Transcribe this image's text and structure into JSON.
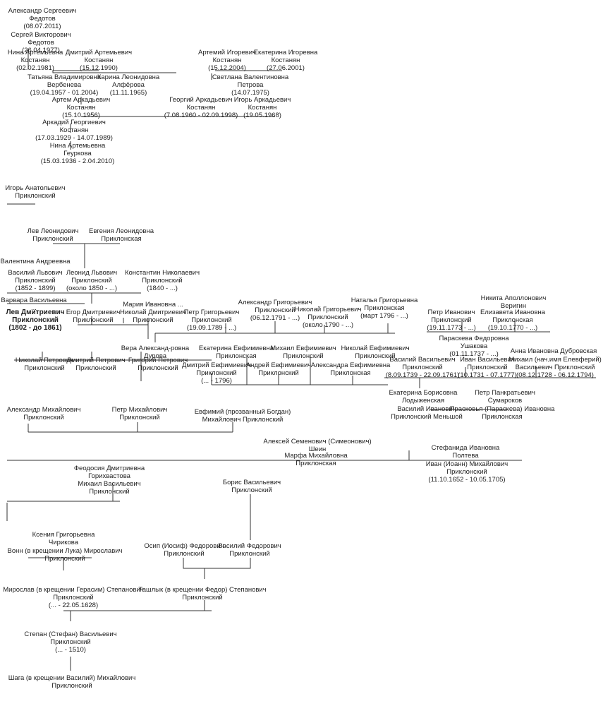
{
  "persons": [
    {
      "id": "p001",
      "text": "Александр Сергеевич\nФедотов\n(08.07.2011)"
    },
    {
      "id": "p002",
      "text": "Сергей Викторович\nФедотов\n(26.04.1977)"
    },
    {
      "id": "p003",
      "text": "Нина Артемьевна\nКостанян\n(02.02.1981)"
    },
    {
      "id": "p004",
      "text": "Дмитрий Артемьевич\nКостанян\n(15.12.1990)"
    },
    {
      "id": "p005",
      "text": "Артемий Игоревич\nКостанян\n(15.12.2004)"
    },
    {
      "id": "p006",
      "text": "Екатерина Игоревна\nКостанян\n(27.06.2001)"
    },
    {
      "id": "p007",
      "text": "Татьяна Владимировна\nВербенева\n(19.04.1957 - 01.2004)"
    },
    {
      "id": "p008",
      "text": "Карина Леонидовна\nАлфёрова\n(11.11.1965)"
    },
    {
      "id": "p009",
      "text": "Светлана Валентиновна\nПетрова\n(14.07.1975)"
    },
    {
      "id": "p010",
      "text": "Артем Аркадьевич\nКостанян\n(15.10.1956)"
    },
    {
      "id": "p011",
      "text": "Георгий Аркадьевич\nКостанян\n(7.08.1960 - 02.09.1998)"
    },
    {
      "id": "p012",
      "text": "Игорь Аркадьевич\nКостанян\n(19.05.1968)"
    },
    {
      "id": "p013",
      "text": "Аркадий Георгиевич\nКостанян\n(17.03.1929 - 14.07.1989)"
    },
    {
      "id": "p014",
      "text": "Нина Артемьевна\nГеуркова\n(15.03.1936 - 2.04.2010)"
    },
    {
      "id": "p015",
      "text": "Игорь Анатольевич\nПриклонский"
    },
    {
      "id": "p016",
      "text": "Лев Леонидович\nПриклонский"
    },
    {
      "id": "p017",
      "text": "Евгения Леонидовна\nПриклонская"
    },
    {
      "id": "p018",
      "text": "Валентина Андреевна"
    },
    {
      "id": "p019",
      "text": "Василий Львович\nПриклонский\n(1852 - 1899)"
    },
    {
      "id": "p020",
      "text": "Леонид Львович\nПриклонский\n(около 1850 - ...)"
    },
    {
      "id": "p021",
      "text": "Константин Николаевич\nПриклонский\n(1840 - ...)"
    },
    {
      "id": "p022",
      "text": "Варвара Васильевна\n..."
    },
    {
      "id": "p023",
      "text": "Лев Дмитриевич\nПриклонский\n(1802 - до 1861)",
      "bold": true
    },
    {
      "id": "p024",
      "text": "Егор Дмитриевич\nПриклонский"
    },
    {
      "id": "p025",
      "text": "Мария Ивановна ...\nНиколай Дмитриевич\nПриклонский"
    },
    {
      "id": "p026",
      "text": "Петр Григорьевич\nПриклонский\n(19.09.1789 - ...)"
    },
    {
      "id": "p027",
      "text": "Александр Григорьевич\nПриклонский\n(06.12.1791 - ...)"
    },
    {
      "id": "p028",
      "text": "Николай Григорьевич\nПриклонский\n(около 1790 - ...)"
    },
    {
      "id": "p029",
      "text": "Наталья Григорьевна\nПриклонская\n(март 1796 - ...)"
    },
    {
      "id": "p030",
      "text": "Никита Аполлонович\nВеригин"
    },
    {
      "id": "p031",
      "text": "Петр Иванович\nПриклонский\n(19.11.1773 - ...)"
    },
    {
      "id": "p032",
      "text": "Елизавета Ивановна\nПриклонская\n(19.10.1770 - ...)"
    },
    {
      "id": "p033",
      "text": "Параскева Федоровна\nУшакова\n(01.11.1737 - ...)"
    },
    {
      "id": "p034",
      "text": "Вера Александ-ровна\nДурова"
    },
    {
      "id": "p035",
      "text": "Екатерина Евфимиевна\nПриклонская"
    },
    {
      "id": "p036",
      "text": "Михаил Евфимиевич\nПриклонский"
    },
    {
      "id": "p037",
      "text": "Николай Евфимиевич\nПриклонский"
    },
    {
      "id": "p038",
      "text": "Анна Ивановна Дубровская"
    },
    {
      "id": "p039",
      "text": "Николай Петрович\nПриклонский"
    },
    {
      "id": "p040",
      "text": "Дмитрий Петрович\nПриклонский"
    },
    {
      "id": "p041",
      "text": "Григорий Петрович\nПриклонский"
    },
    {
      "id": "p042",
      "text": "Дмитрий Евфимиевич\nПриклонский\n(... - 1796)"
    },
    {
      "id": "p043",
      "text": "Андрей Евфимиевич\nПриклонский"
    },
    {
      "id": "p044",
      "text": "Александра Евфимиевна\nПриклонская"
    },
    {
      "id": "p045",
      "text": "Василий Васильевич\nПриклонский\n(8.09.1739 - 22.09.1761)"
    },
    {
      "id": "p046",
      "text": "Иван Васильевич\nПриклонский\n(10.1731 - 07.1777)"
    },
    {
      "id": "p047",
      "text": "Михаил (нач.имя Елевферий)\nВасильевич Приклонский\n(08.12.1728 - 06.12.1794)"
    },
    {
      "id": "p048",
      "text": "Екатерина Борисовна\nЛодыженская"
    },
    {
      "id": "p049",
      "text": "Петр Панкратьевич\nСумароков"
    },
    {
      "id": "p050",
      "text": "Василий Иванович\nПриклонский Меньшой"
    },
    {
      "id": "p051",
      "text": "Прасковья (Параскева) Ивановна\nПриклонская"
    },
    {
      "id": "p052",
      "text": "Александр Михайлович\nПриклонский"
    },
    {
      "id": "p053",
      "text": "Петр Михайлович\nПриклонский"
    },
    {
      "id": "p054",
      "text": "Евфимий (прозванный Богдан)\nМихайлович Приклонский"
    },
    {
      "id": "p055",
      "text": "Алексей Семенович (Симеонович)\nШеин"
    },
    {
      "id": "p056",
      "text": "Марфа Михайловна\nПриклонская"
    },
    {
      "id": "p057",
      "text": "Стефанида Ивановна\nПолтева"
    },
    {
      "id": "p058",
      "text": "Иван (Иоанн) Михайлович\nПриклонский\n(11.10.1652 - 10.05.1705)"
    },
    {
      "id": "p059",
      "text": "Феодосия Дмитриевна\nГорихвастова"
    },
    {
      "id": "p060",
      "text": "Михаил Васильевич\nПриклонский"
    },
    {
      "id": "p061",
      "text": "Борис Васильевич\nПриклонский"
    },
    {
      "id": "p062",
      "text": "Ксения Григорьевна\nЧирикова"
    },
    {
      "id": "p063",
      "text": "Вонн (в крещении Лука) Мирославич\nПриклонский"
    },
    {
      "id": "p064",
      "text": "Осип (Иосиф) Федорович\nПриклонский"
    },
    {
      "id": "p065",
      "text": "Василий Федорович\nПриклонский"
    },
    {
      "id": "p066",
      "text": "Мирослав (в крещении Герасим) Степанович\nПриклонский\n(... - 22.05.1628)"
    },
    {
      "id": "p067",
      "text": "Ташлык (в крещении Федор) Степанович\nПриклонский"
    },
    {
      "id": "p068",
      "text": "Степан (Стефан) Васильевич\nПриклонский\n(... - 1510)"
    },
    {
      "id": "p069",
      "text": "Шага (в крещении Василий) Михайлович\nПриклонский"
    }
  ]
}
